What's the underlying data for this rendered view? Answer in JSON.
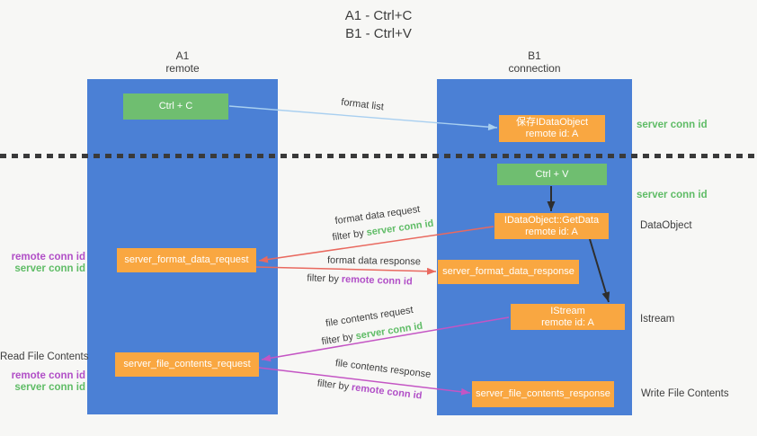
{
  "title": {
    "line1": "A1 - Ctrl+C",
    "line2": "B1 - Ctrl+V"
  },
  "lanes": {
    "a1": {
      "name": "A1",
      "role": "remote"
    },
    "b1": {
      "name": "B1",
      "role": "connection"
    }
  },
  "nodes": {
    "ctrl_c": {
      "label": "Ctrl + C"
    },
    "save_idataobject": {
      "line1": "保存IDataObject",
      "line2": "remote id: A"
    },
    "ctrl_v": {
      "label": "Ctrl + V"
    },
    "getdata": {
      "line1": "IDataObject::GetData",
      "line2": "remote id: A"
    },
    "format_request": {
      "label": "server_format_data_request"
    },
    "format_response": {
      "label": "server_format_data_response"
    },
    "istream": {
      "line1": "IStream",
      "line2": "remote id: A"
    },
    "file_request": {
      "label": "server_file_contents_request"
    },
    "file_response": {
      "label": "server_file_contents_response"
    }
  },
  "arrows": {
    "format_list": {
      "label": "format list"
    },
    "format_data_request": {
      "label": "format data request",
      "filter_prefix": "filter by",
      "filter_key": "server conn id"
    },
    "format_data_response": {
      "label": "format data response",
      "filter_prefix": "filter by",
      "filter_key": "remote conn id"
    },
    "file_contents_request": {
      "label": "file contents request",
      "filter_prefix": "filter by",
      "filter_key": "server conn id"
    },
    "file_contents_response": {
      "label": "file contents response",
      "filter_prefix": "filter by",
      "filter_key": "remote conn id"
    }
  },
  "side_labels": {
    "server_conn_id_top_right": "server conn id",
    "server_conn_id_mid_right": "server conn id",
    "dataobject": "DataObject",
    "istream": "Istream",
    "write_file_contents": "Write File Contents",
    "remote_conn_id_left_1": "remote conn id",
    "server_conn_id_left_1": "server conn id",
    "read_file_contents": "Read File Contents",
    "remote_conn_id_left_2": "remote conn id",
    "server_conn_id_left_2": "server conn id"
  },
  "colors": {
    "lane_blue": "#4B80D5",
    "node_green": "#6FBE70",
    "node_orange": "#F9A741",
    "conn_green": "#5FBC66",
    "conn_purple": "#B14FC7",
    "arrow_red": "#E9695F",
    "arrow_purple": "#C455C4",
    "arrow_blue": "#A8CFF0",
    "arrow_black": "#2E2E2E",
    "text_dark": "#3D3D3D",
    "background": "#F7F7F5"
  }
}
